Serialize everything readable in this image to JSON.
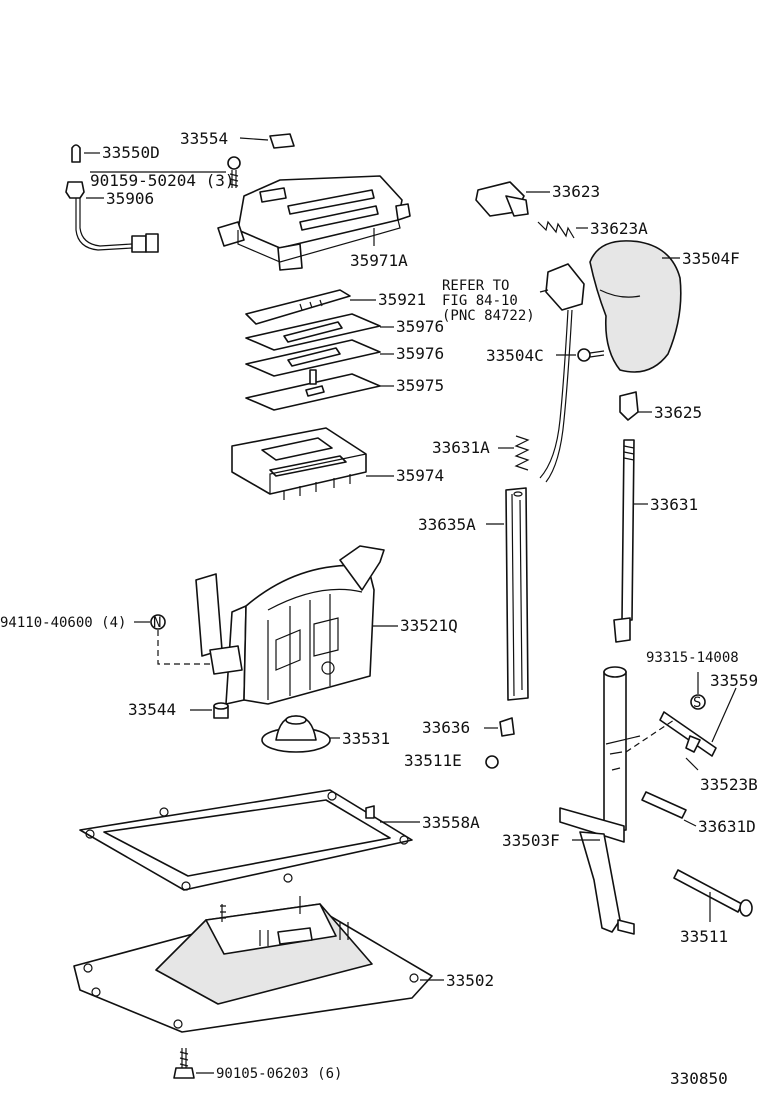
{
  "diagram_id": "330850",
  "labels": {
    "p33550D": "33550D",
    "p33554": "33554",
    "p90159": "90159-50204 (3)",
    "p35906": "35906",
    "p35971A": "35971A",
    "p33623": "33623",
    "p33623A": "33623A",
    "p33504F": "33504F",
    "refer_1": "REFER TO",
    "refer_2": "FIG 84-10",
    "refer_3": "(PNC 84722)",
    "p35921": "35921",
    "p35976a": "35976",
    "p35976b": "35976",
    "p35975": "35975",
    "p33504C": "33504C",
    "p33625": "33625",
    "p33631A": "33631A",
    "p35974": "35974",
    "p33631": "33631",
    "p33635A": "33635A",
    "p94110": "94110-40600 (4)",
    "p33521Q": "33521Q",
    "p93315": "93315-14008",
    "p33559": "33559",
    "p33544": "33544",
    "p33636": "33636",
    "p33531": "33531",
    "p33511E": "33511E",
    "p33523B": "33523B",
    "p33631D": "33631D",
    "p33558A": "33558A",
    "p33503F": "33503F",
    "p33511": "33511",
    "p33502": "33502",
    "p90105": "90105-06203 (6)"
  },
  "symbols": {
    "nut_symbol": "N",
    "washer_symbol": "S"
  }
}
